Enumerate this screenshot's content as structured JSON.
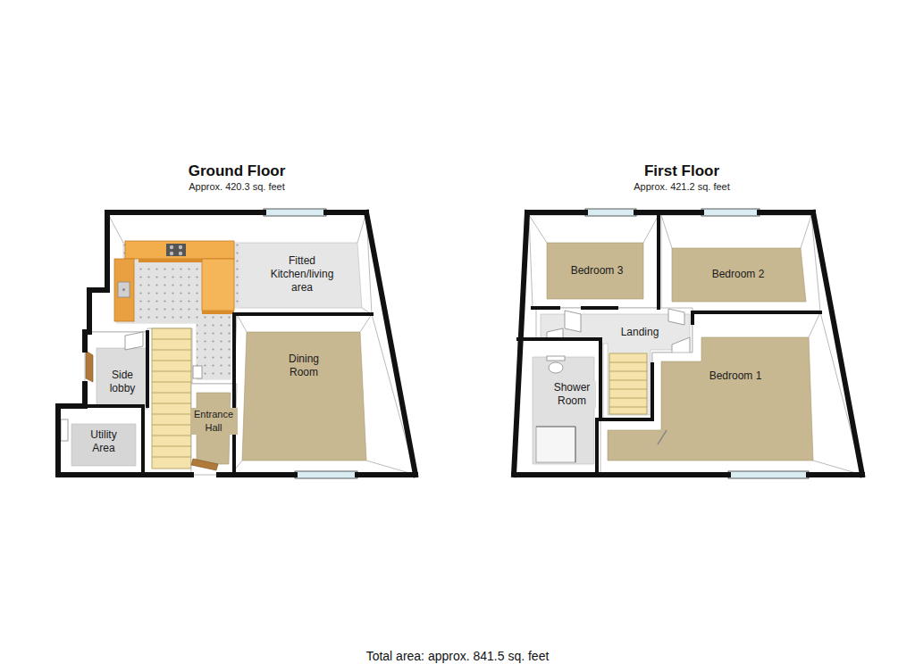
{
  "diagram": {
    "caption": "Total area: approx. 841.5 sq. feet",
    "nodes": [
      {
        "text": [
          "Ground Floor",
          "Approx. 420.3 sq. feet"
        ]
      },
      {
        "text": [
          "Fitted Kitchen/living area"
        ],
        "in": 0
      },
      {
        "text": [
          "Dining Room"
        ],
        "in": 0
      },
      {
        "text": [
          "Side lobby"
        ],
        "in": 0
      },
      {
        "text": [
          "Entrance Hall"
        ],
        "in": 0
      },
      {
        "text": [
          "Utility Area"
        ],
        "in": 0
      },
      {
        "text": [
          "First Floor",
          "Approx. 421.2 sq. feet"
        ]
      },
      {
        "text": [
          "Bedroom 3"
        ],
        "in": 6
      },
      {
        "text": [
          "Bedroom 2"
        ],
        "in": 6
      },
      {
        "text": [
          "Landing"
        ],
        "in": 6
      },
      {
        "text": [
          "Bedroom 1"
        ],
        "in": 6
      },
      {
        "text": [
          "Shower Room"
        ],
        "in": 6
      }
    ]
  }
}
